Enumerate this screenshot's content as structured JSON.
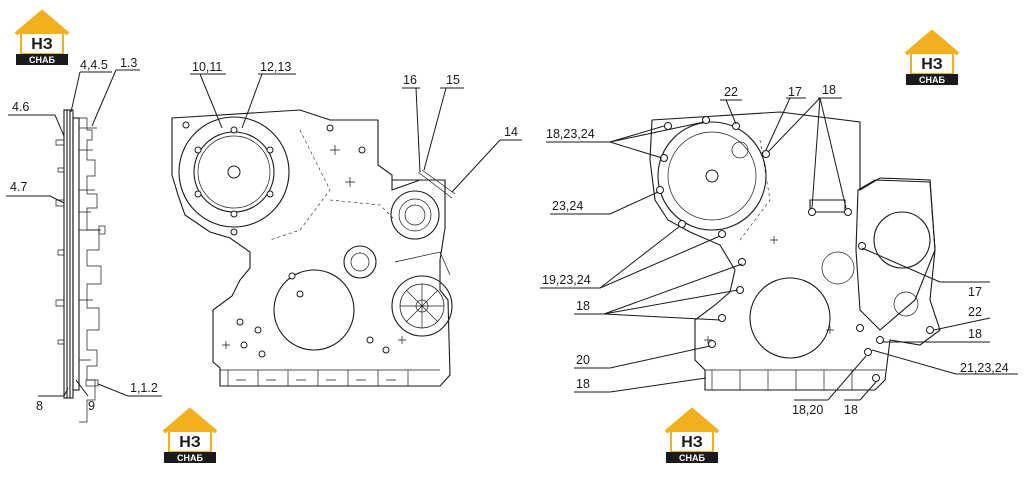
{
  "brand": {
    "mark": "НЗ",
    "name": "СНАБ",
    "colors": {
      "gold": "#f2b01e",
      "dark": "#1a1a1a",
      "white": "#ffffff"
    }
  },
  "colors": {
    "ink": "#1a1a1a",
    "background": "#ffffff"
  },
  "left_view": {
    "labels": {
      "l_4_4_5": "4,4.5",
      "l_1_3": "1.3",
      "l_4_6": "4.6",
      "l_4_7": "4.7",
      "l_8": "8",
      "l_9": "9",
      "l_1_1_2": "1,1.2"
    }
  },
  "middle_view": {
    "labels": {
      "l_10_11": "10,11",
      "l_12_13": "12,13",
      "l_16": "16",
      "l_15": "15",
      "l_14": "14"
    }
  },
  "right_view": {
    "labels": {
      "l_22_top": "22",
      "l_17_top": "17",
      "l_18_top": "18",
      "l_18_23_24": "18,23,24",
      "l_23_24": "23,24",
      "l_19_23_24": "19,23,24",
      "l_18_mid": "18",
      "l_20": "20",
      "l_18_bottom": "18",
      "l_17_right": "17",
      "l_22_right": "22",
      "l_18_right": "18",
      "l_21_23_24": "21,23,24",
      "l_18_20": "18,20",
      "l_18_bottom_right": "18"
    }
  }
}
